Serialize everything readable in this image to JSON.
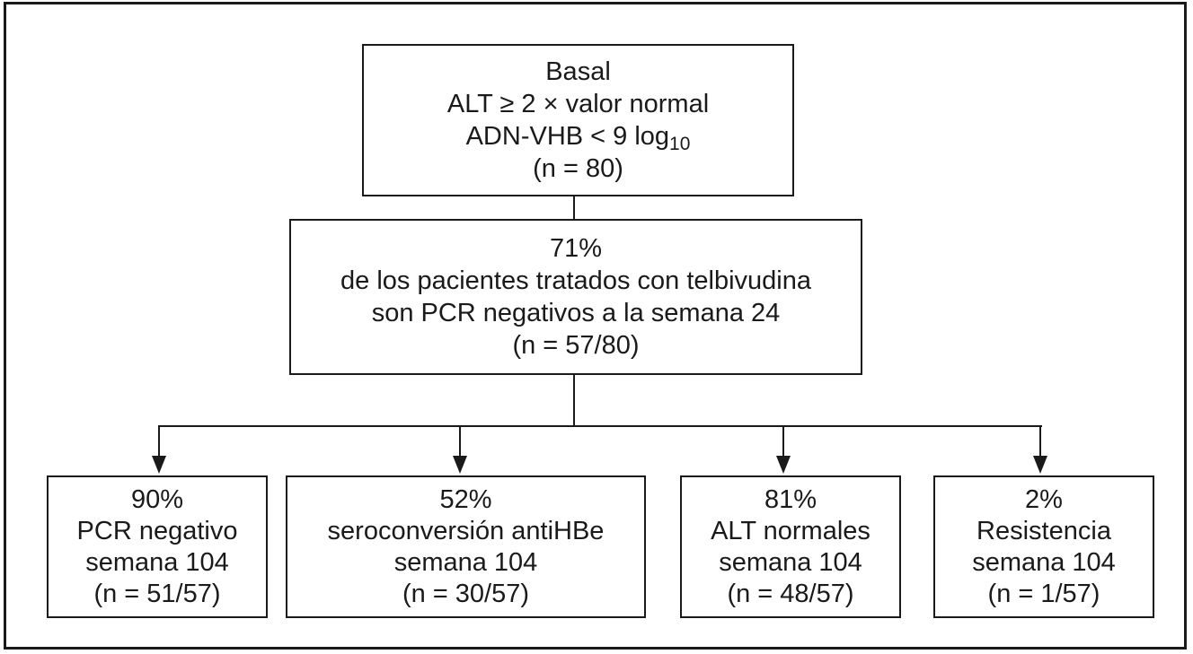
{
  "colors": {
    "line": "#1a1a1a",
    "background": "#ffffff"
  },
  "boxes": {
    "basal": {
      "line1": "Basal",
      "line2": "ALT ≥ 2 × valor normal",
      "line3_main": "ADN-VHB < 9 log",
      "line3_sub": "10",
      "line4": "(n = 80)"
    },
    "week24": {
      "line1": "71%",
      "line2": "de los pacientes tratados con telbivudina",
      "line3": "son PCR negativos a la semana 24",
      "line4": "(n = 57/80)"
    },
    "outcomes": [
      {
        "percent": "90%",
        "label": "PCR negativo",
        "week": "semana 104",
        "n": "(n = 51/57)"
      },
      {
        "percent": "52%",
        "label": "seroconversión antiHBe",
        "week": "semana 104",
        "n": "(n = 30/57)"
      },
      {
        "percent": "81%",
        "label": "ALT normales",
        "week": "semana 104",
        "n": "(n = 48/57)"
      },
      {
        "percent": "2%",
        "label": "Resistencia",
        "week": "semana 104",
        "n": "(n = 1/57)"
      }
    ]
  }
}
